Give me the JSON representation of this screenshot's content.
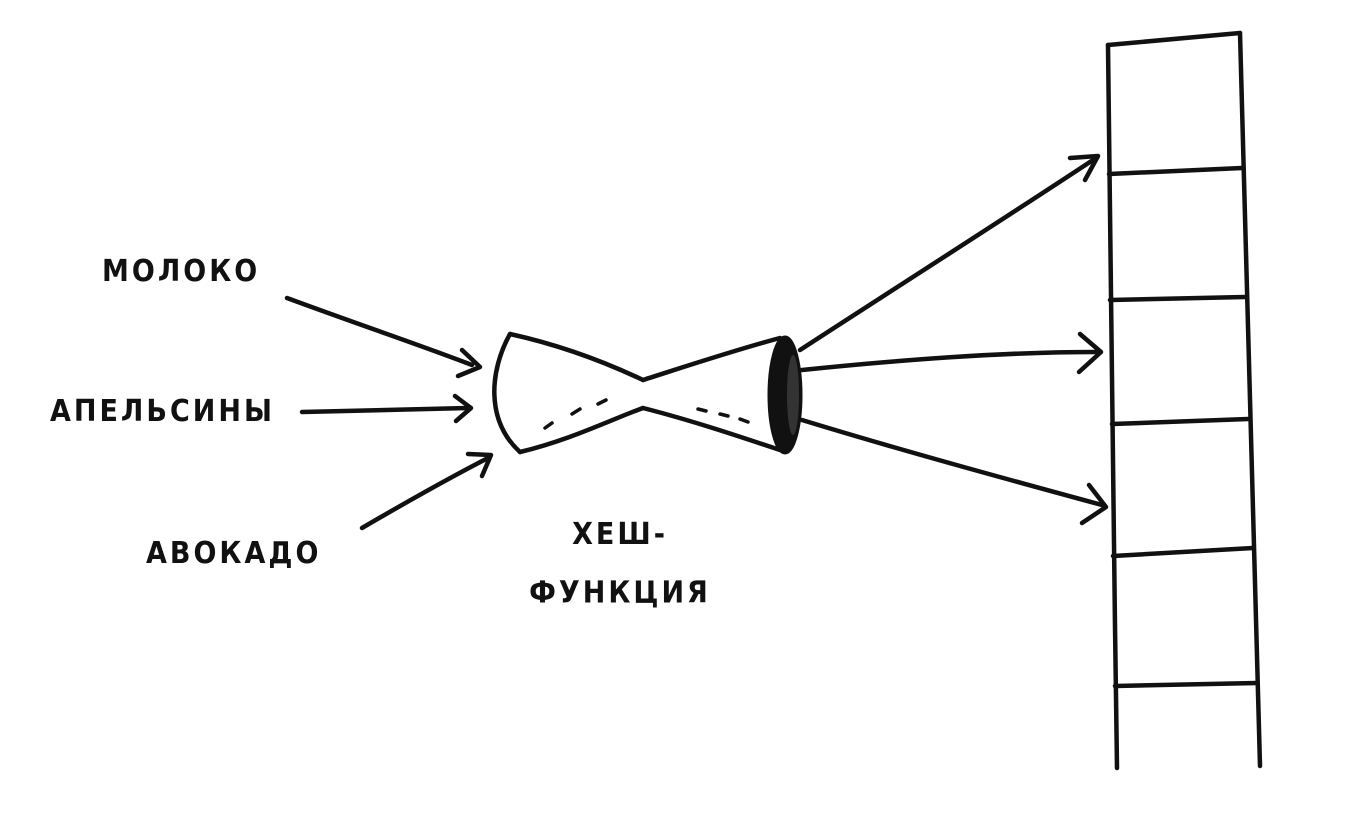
{
  "inputs": [
    {
      "label": "МОЛОКО"
    },
    {
      "label": "АПЕЛЬСИНЫ"
    },
    {
      "label": "АВОКАДО"
    }
  ],
  "hash_function": {
    "label_line1": "ХЕШ-",
    "label_line2": "ФУНКЦИЯ"
  },
  "array": {
    "slot_count": 6
  },
  "colors": {
    "ink": "#111111",
    "background": "#ffffff"
  }
}
